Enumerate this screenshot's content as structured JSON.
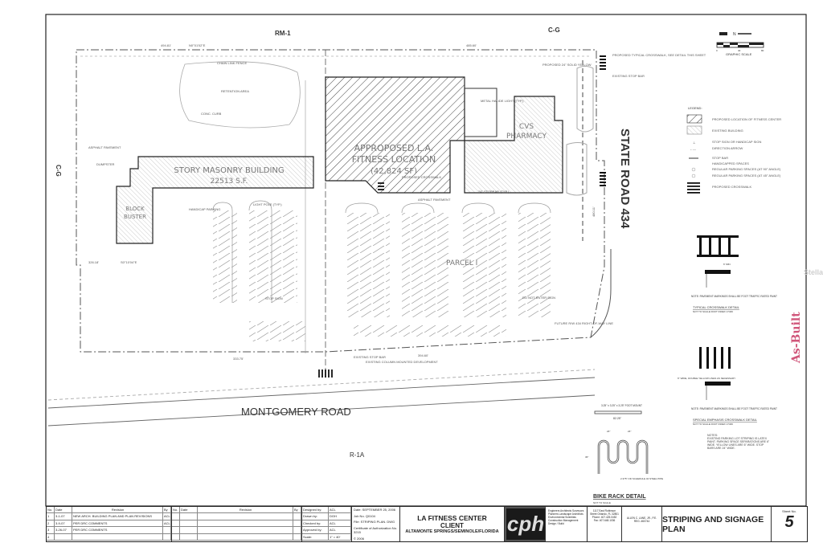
{
  "drawing": {
    "zoning": {
      "north": "RM-1",
      "northeast": "C-G",
      "west": "C-G",
      "south": "R-1A"
    },
    "roads": {
      "south": "MONTGOMERY ROAD",
      "east": "STATE ROAD 434"
    },
    "buildings": {
      "proposed": [
        "APPROPOSED L.A.",
        "FITNESS LOCATION",
        "(42,824 SF)"
      ],
      "masonry": [
        "STORY MASONRY BUILDING",
        "22513 S.F."
      ],
      "blockbuster": [
        "BLOCK",
        "BUSTER"
      ],
      "pharmacy": [
        "CVS",
        "PHARMACY"
      ]
    },
    "parcel_label": "PARCEL I",
    "stamp": "As-Built",
    "watermark": "StellarMLS",
    "scale": {
      "north_label": "N",
      "label": "GRAPHIC SCALE",
      "ticks": [
        "0",
        "40",
        "80"
      ]
    },
    "notes": [
      "ASPHALT PAVEMENT",
      "RETENTION AREA",
      "LIGHT POLE (TYP.)",
      "STOP SIGN",
      "DO NOT ENTER SIGN",
      "EXISTING STOP BAR",
      "PROPOSED CROSSWALK",
      "HANDICAP PARKING",
      "DUMPSTER",
      "METAL HALIDE LIGHT (TYP.)",
      "24\" STOPBAR (TYP.)",
      "CONC. CURB",
      "CHAIN LINK FENCE",
      "FUTURE R/W 434 RIGHT-OF-WAY LINE",
      "EXISTING COLUMN MOUNTED DEVELOPMENT",
      "PROPOSED TYPICAL CROSSWALK, SEE DETAIL THIS SHEET",
      "EXISTING STOP BAR",
      "PROPOSED 24\" SOLID YELLOW"
    ],
    "dims": [
      "494.81'",
      "485.60'",
      "326.18'",
      "394.60'",
      "333.75'",
      "480.11'",
      "N0°01'02\"E",
      "S0°10'04\"E"
    ]
  },
  "legend": {
    "title": "LEGEND:",
    "items": [
      "PROPOSED LOCATION OF FITNESS CENTER",
      "EXISTING BUILDING",
      "STOP SIGN  OR HANDICAP SIGN",
      "DIRECTION ARROW",
      "STOP BAR",
      "HANDICAPPED SPACES",
      "REGULAR PARKING SPACES (AT 90° ANGLE)",
      "REGULAR PARKING SPACES (AT 45° ANGLE)",
      "PROPOSED CROSSWALK"
    ]
  },
  "details": {
    "typical": {
      "title": "TYPICAL CROSSWALK DETAIL",
      "sub": "NOT TO SCALE          FDOT INDEX 17346",
      "note": "NOTE: PAVEMENT MARKINGS SHALL BE FOOT TRAFFIC RATED PAINT",
      "dim": "6' MIN."
    },
    "special": {
      "title": "SPECIAL EMPHASIS CROSSWALK DETAIL",
      "sub": "NOT TO SCALE          FDOT INDEX 17346",
      "note": "NOTE: PAVEMENT MARKINGS SHALL BE FOOT TRAFFIC RATED PAINT",
      "side": "6\" WIDE, DOUBLE YELLOW LINES AS NECESSARY"
    },
    "notes": {
      "title": "NOTES:",
      "text": "EXISTING PARKING LOT STRIPING IS LATEX PAINT. PARKING SPACE SEPARATIONS ARE 6\" WIDE. YELLOW LINES ARE 6\" WIDE. STOP BARS ARE 24\" WIDE."
    },
    "bike": {
      "title": "BIKE RACK DETAIL",
      "sub": "NOT TO SCALE",
      "mount": "3.25\" x 3.25\" x 3.25\" FOOT MOUNT",
      "width": "82.25\"",
      "spacing": [
        "24\"",
        "24\""
      ],
      "pipe": "2.375\" OD SCHEDULE 40 STEEL PIPE",
      "height": "36\""
    }
  },
  "title_block": {
    "rev_headers": [
      "No.",
      "Date",
      "Revision",
      "By"
    ],
    "revisions": [
      {
        "no": "1",
        "date": "3-1-07",
        "text": "NEW ARCH. BUILDING PLAN AND PLAN REVISIONS",
        "by": "ACL"
      },
      {
        "no": "2",
        "date": "3-9-07",
        "text": "PER DRC COMMENTS",
        "by": "ACL"
      },
      {
        "no": "3",
        "date": "3-26-07",
        "text": "PER DRC COMMENTS",
        "by": ""
      },
      {
        "no": "4",
        "date": "",
        "text": "",
        "by": ""
      }
    ],
    "signoff": [
      {
        "label": "Designed by:",
        "value": "ACL"
      },
      {
        "label": "Drawn by:",
        "value": "DGH"
      },
      {
        "label": "Checked by:",
        "value": "ACL"
      },
      {
        "label": "Approved by:",
        "value": "ACL"
      },
      {
        "label": "Scale:",
        "value": "1\" = 40'"
      }
    ],
    "info": [
      "Date: SEPTEMBER 25, 2006",
      "Job No.   Q0104",
      "File: STRIPING PLAN. DWG",
      "Certificate of Authorization No. 3215",
      "© 2006"
    ],
    "project": [
      "LA FITNESS CENTER",
      "CLIENT",
      "ALTAMONTE SPRINGS/SEMINOLE/FLORIDA"
    ],
    "logo": "cph",
    "services": "Engineers Architects Surveyors Planners Landscape Architects Environmental Scientists Construction Management Design / Build",
    "address": "1117 East Robinson Street Orlando, FL 32801 Phone: 407.425.0452 Fax: 407.648.1036",
    "seal": "ALLEN C. LANE, JR., P.E. REG. #60744",
    "sheet_title": "STRIPING AND SIGNAGE PLAN",
    "sheet_label": "Sheet No.",
    "sheet_no": "5"
  }
}
